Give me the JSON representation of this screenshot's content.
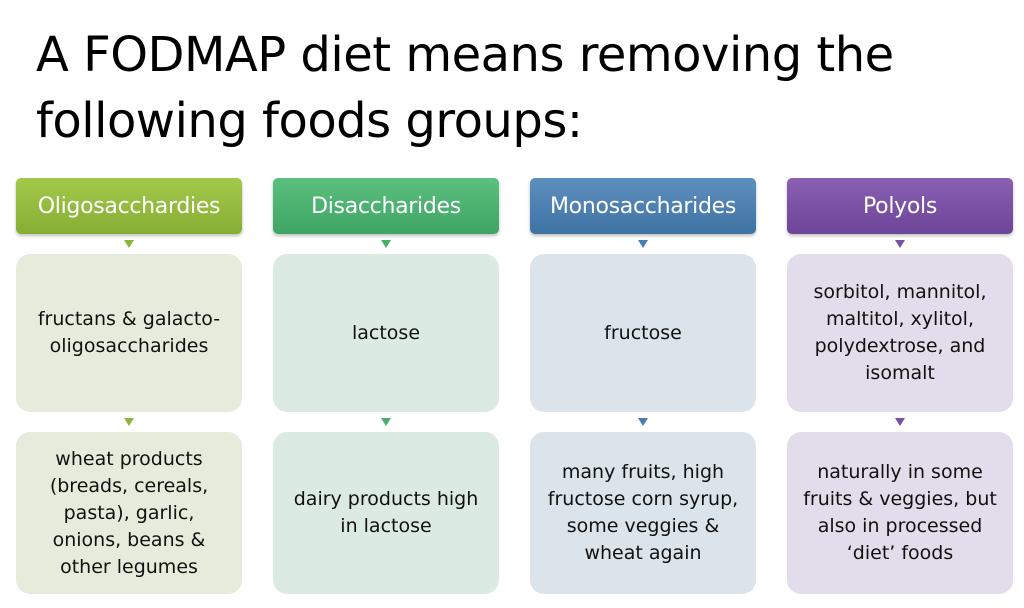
{
  "title": "A FODMAP diet means removing the following foods groups:",
  "groups": [
    {
      "name": "Oligosacchardies",
      "compounds": "fructans & galacto-\noligosaccharides",
      "sources": "wheat products\n(breads, cereals,\npasta), garlic,\nonions, beans &\nother legumes",
      "header_color": "#8db83c"
    },
    {
      "name": "Disaccharides",
      "compounds": "lactose",
      "sources": "dairy products high\nin lactose",
      "header_color": "#4caf6e"
    },
    {
      "name": "Monosaccharides",
      "compounds": "fructose",
      "sources": "many fruits, high\nfructose corn syrup,\nsome veggies &\nwheat again",
      "header_color": "#4b7fae"
    },
    {
      "name": "Polyols",
      "compounds": "sorbitol, mannitol,\nmaltitol, xylitol,\npolydextrose, and\nisomalt",
      "sources": "naturally in some\nfruits & veggies, but\nalso in processed\n‘diet’ foods",
      "header_color": "#7a52a6"
    }
  ]
}
